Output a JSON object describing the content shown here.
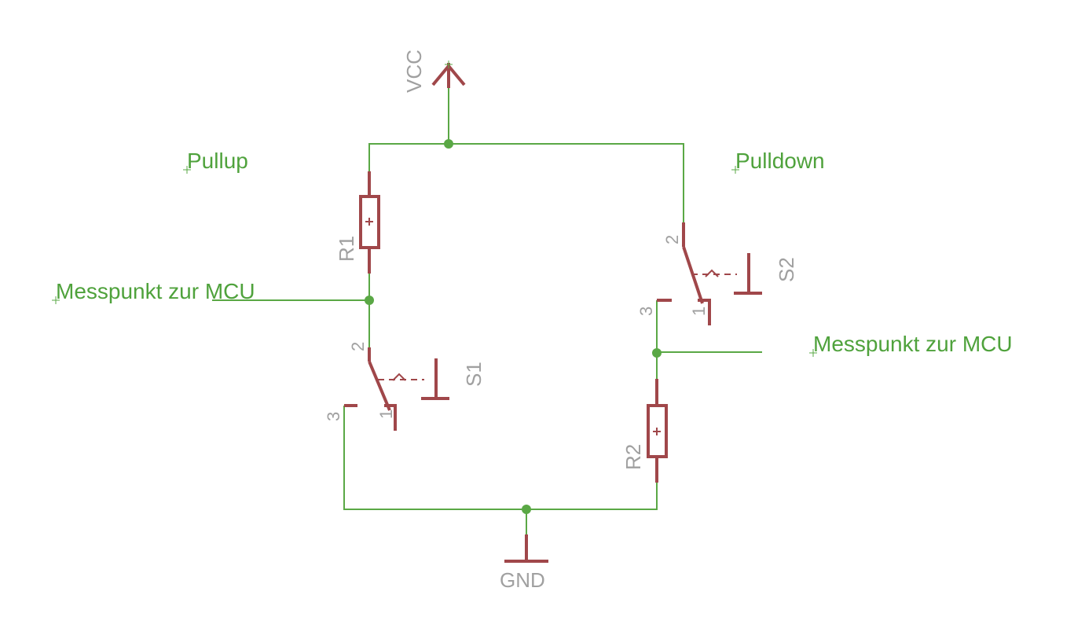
{
  "labels": {
    "vcc": "VCC",
    "gnd": "GND",
    "pullup": "Pullup",
    "pulldown": "Pulldown",
    "messpunkt_left": "Messpunkt zur MCU",
    "messpunkt_right": "Messpunkt zur MCU"
  },
  "components": {
    "r1": "R1",
    "r2": "R2",
    "s1": "S1",
    "s2": "S2"
  },
  "pins": {
    "s1_pin2": "2",
    "s1_pin1": "1",
    "s1_pin3": "3",
    "s2_pin2": "2",
    "s2_pin1": "1",
    "s2_pin3": "3"
  },
  "colors": {
    "wire": "#5aa845",
    "component": "#a0474a",
    "net_label": "#4fa23c",
    "part_label": "#a0a0a0"
  }
}
